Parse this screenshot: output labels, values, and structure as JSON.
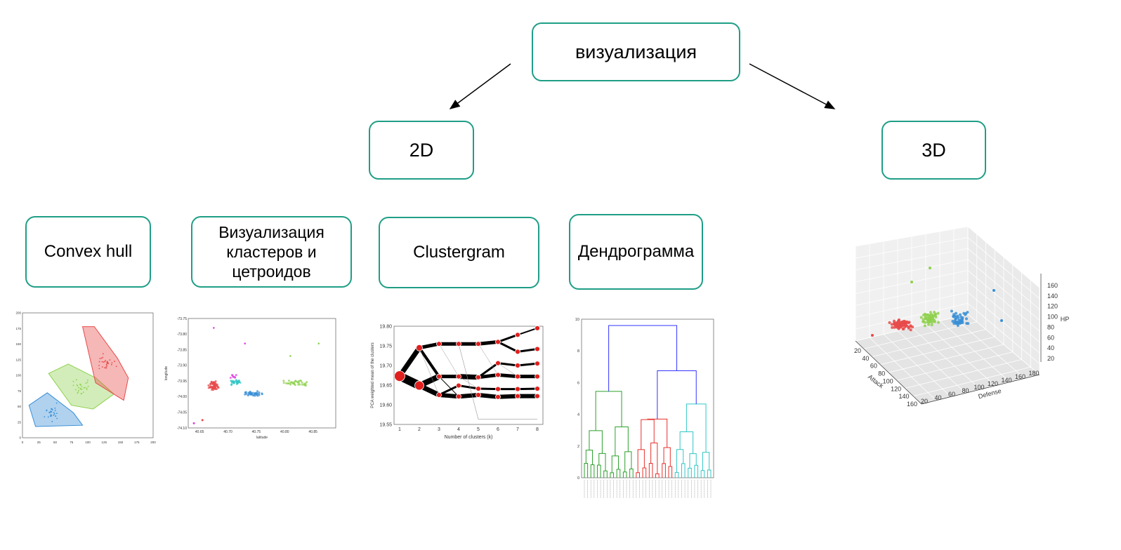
{
  "nodes": {
    "root": "визуализация",
    "d2": "2D",
    "d3": "3D",
    "convex": "Convex hull",
    "viz": "Визуализация кластеров и цетроидов",
    "clustergram": "Clustergram",
    "dendro": "Дендрограмма"
  },
  "colors": {
    "node_border": "#1f9e86",
    "cluster_red": "#e84a4a",
    "cluster_green": "#8fd14f",
    "cluster_blue": "#3a8fd6",
    "cluster_cyan": "#33c6c6",
    "cluster_magenta": "#e040e0",
    "dendro_link": "#3333ff"
  },
  "chart_data": [
    {
      "type": "scatter",
      "name": "convex-hull",
      "xlim": [
        0,
        200
      ],
      "ylim": [
        0,
        200
      ],
      "xticks": [
        "0",
        "25",
        "50",
        "75",
        "100",
        "125",
        "150",
        "175",
        "200"
      ],
      "yticks": [
        "0",
        "25",
        "50",
        "75",
        "100",
        "125",
        "150",
        "175",
        "200"
      ],
      "hulls": [
        {
          "color": "cluster_blue",
          "points": [
            [
              10,
              52
            ],
            [
              38,
              72
            ],
            [
              78,
              40
            ],
            [
              92,
              20
            ],
            [
              20,
              18
            ]
          ]
        },
        {
          "color": "cluster_green",
          "points": [
            [
              40,
              103
            ],
            [
              70,
              118
            ],
            [
              112,
              96
            ],
            [
              140,
              70
            ],
            [
              108,
              46
            ],
            [
              75,
              52
            ]
          ]
        },
        {
          "color": "cluster_red",
          "points": [
            [
              92,
              178
            ],
            [
              110,
              178
            ],
            [
              145,
              128
            ],
            [
              162,
              96
            ],
            [
              155,
              60
            ],
            [
              112,
              88
            ]
          ]
        }
      ]
    },
    {
      "type": "scatter",
      "name": "clusters-centroids",
      "xlim": [
        40.63,
        40.89
      ],
      "ylim": [
        -74.1,
        -73.75
      ],
      "xticks": [
        "40.65",
        "40.70",
        "40.75",
        "40.80",
        "40.85"
      ],
      "yticks": [
        "-73.75",
        "-73.80",
        "-73.85",
        "-73.90",
        "-73.95",
        "-74.00",
        "-74.05",
        "-74.10"
      ],
      "xlabel": "latitude",
      "ylabel": "longitude"
    },
    {
      "type": "line",
      "name": "clustergram",
      "x": [
        1,
        2,
        3,
        4,
        5,
        6,
        7,
        8
      ],
      "ylim": [
        19.55,
        19.8
      ],
      "yticks": [
        "19.55",
        "19.60",
        "19.65",
        "19.70",
        "19.75",
        "19.80"
      ],
      "xlabel": "Number of clusters (k)",
      "ylabel": "PCA weighted mean of the clusters"
    },
    {
      "type": "dendrogram",
      "name": "dendrogram",
      "ylim": [
        0,
        10
      ],
      "yticks": [
        "0",
        "2",
        "4",
        "6",
        "8",
        "10"
      ]
    },
    {
      "type": "scatter",
      "name": "scatter-3d",
      "attack_ticks": [
        "20",
        "40",
        "60",
        "80",
        "100",
        "120",
        "140",
        "160"
      ],
      "defense_ticks": [
        "20",
        "40",
        "60",
        "80",
        "100",
        "120",
        "140",
        "160",
        "180"
      ],
      "hp_ticks": [
        "20",
        "40",
        "60",
        "80",
        "100",
        "120",
        "140",
        "160"
      ],
      "xlabel": "Attack",
      "ylabel": "Defense",
      "zlabel": "HP"
    }
  ]
}
